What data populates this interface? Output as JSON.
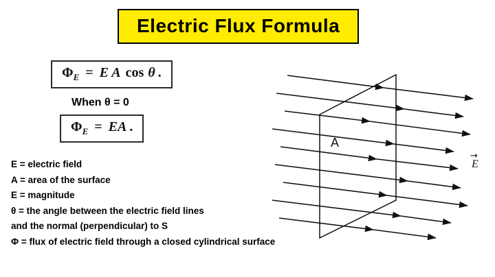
{
  "title": "Electric Flux Formula",
  "formula_main": {
    "lhs": "Φ",
    "lhs_sub": "E",
    "equals": "=",
    "terms": "E A",
    "func": "cos",
    "angle": "θ",
    "end": "."
  },
  "when_label": "When θ = 0",
  "formula_reduced": {
    "lhs": "Φ",
    "lhs_sub": "E",
    "equals": "=",
    "terms": "EA",
    "end": "."
  },
  "definitions": [
    "E = electric field",
    "A = area of the surface",
    "E = magnitude",
    "θ = the angle between the electric field lines",
    "and the normal (perpendicular) to S",
    "Φ = flux of electric field through a closed cylindrical surface"
  ],
  "diagram": {
    "surface_label": "A",
    "field_label": "E",
    "vector_arrow": "→"
  },
  "colors": {
    "banner_bg": "#ffec00",
    "banner_border": "#000000",
    "text": "#000000"
  }
}
